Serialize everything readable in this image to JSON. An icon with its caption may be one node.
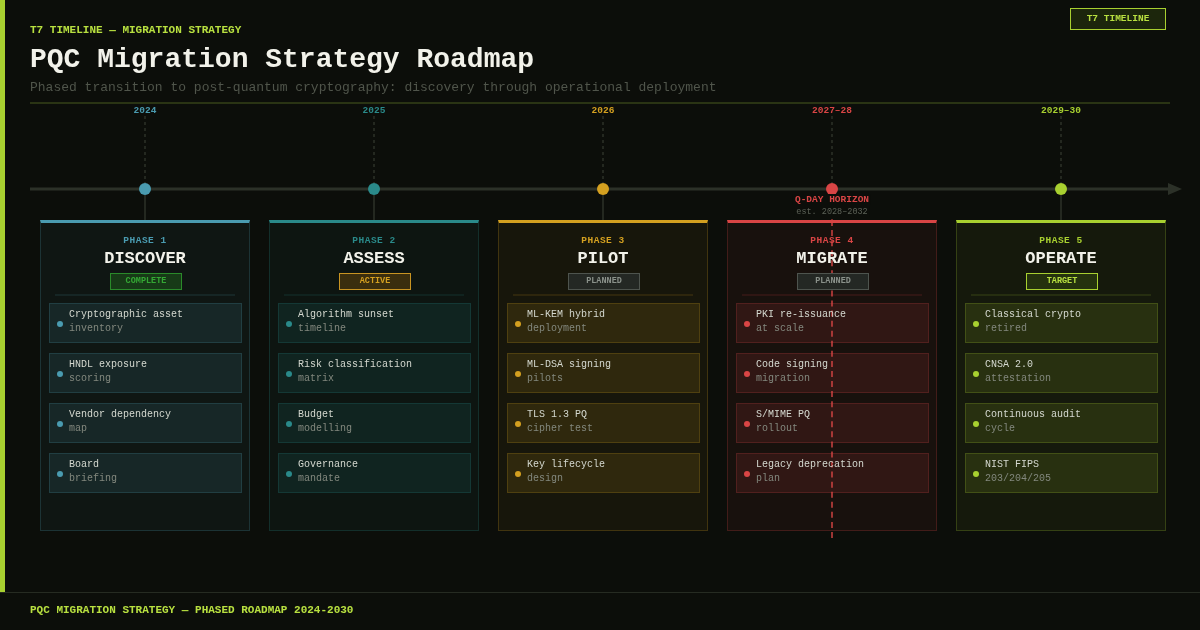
{
  "diagram": {
    "title": "PQC Migration Strategy Roadmap",
    "nodes": [
      {
        "text": [
          "T7 TIMELINE"
        ]
      },
      {
        "text": [
          "2024"
        ]
      },
      {
        "text": [
          "2025"
        ]
      },
      {
        "text": [
          "2026"
        ]
      },
      {
        "text": [
          "2027–28"
        ]
      },
      {
        "text": [
          "2029–30"
        ]
      },
      {
        "text": [],
        "shape": "circle"
      },
      {
        "text": [],
        "shape": "circle"
      },
      {
        "text": [],
        "shape": "circle"
      },
      {
        "text": [],
        "shape": "circle",
        "beside": [
          "Q-DAY HORIZON",
          "est. 2028–2032"
        ]
      },
      {
        "text": [],
        "shape": "circle"
      },
      {
        "text": [
          "PHASE 1",
          "DISCOVER"
        ]
      },
      {
        "text": [
          "COMPLETE"
        ],
        "in": 11
      },
      {
        "text": [
          "Cryptographic asset",
          "inventory"
        ],
        "in": 11
      },
      {
        "text": [
          "HNDL exposure",
          "scoring"
        ],
        "in": 11
      },
      {
        "text": [
          "Vendor dependency",
          "map"
        ],
        "in": 11
      },
      {
        "text": [
          "Board",
          "briefing"
        ],
        "in": 11
      },
      {
        "text": [
          "PHASE 2",
          "ASSESS"
        ]
      },
      {
        "text": [
          "ACTIVE"
        ],
        "in": 17
      },
      {
        "text": [
          "Algorithm sunset",
          "timeline"
        ],
        "in": 17
      },
      {
        "text": [
          "Risk classification",
          "matrix"
        ],
        "in": 17
      },
      {
        "text": [
          "Budget",
          "modelling"
        ],
        "in": 17
      },
      {
        "text": [
          "Governance",
          "mandate"
        ],
        "in": 17
      },
      {
        "text": [
          "PHASE 3",
          "PILOT"
        ]
      },
      {
        "text": [
          "PLANNED"
        ],
        "in": 23
      },
      {
        "text": [
          "ML-KEM hybrid",
          "deployment"
        ],
        "in": 23
      },
      {
        "text": [
          "ML-DSA signing",
          "pilots"
        ],
        "in": 23
      },
      {
        "text": [
          "TLS 1.3 PQ",
          "cipher test"
        ],
        "in": 23
      },
      {
        "text": [
          "Key lifecycle",
          "design"
        ],
        "in": 23
      },
      {
        "text": [
          "PHASE 4",
          "MIGRATE"
        ]
      },
      {
        "text": [
          "PLANNED"
        ],
        "in": 29
      },
      {
        "text": [
          "PKI re-issuance",
          "at scale"
        ],
        "in": 29
      },
      {
        "text": [
          "Code signing",
          "migration"
        ],
        "in": 29
      },
      {
        "text": [
          "S/MIME PQ",
          "rollout"
        ],
        "in": 29
      },
      {
        "text": [
          "Legacy deprecation",
          "plan"
        ],
        "in": 29
      },
      {
        "text": [
          "PHASE 5",
          "OPERATE"
        ]
      },
      {
        "text": [
          "TARGET"
        ],
        "in": 35
      },
      {
        "text": [
          "Classical crypto",
          "retired"
        ],
        "in": 35
      },
      {
        "text": [
          "CNSA 2.0",
          "attestation"
        ],
        "in": 35
      },
      {
        "text": [
          "Continuous audit",
          "cycle"
        ],
        "in": 35
      },
      {
        "text": [
          "NIST FIPS",
          "203/204/205"
        ],
        "in": 35
      }
    ],
    "edges": [
      {
        "from": 1,
        "to": 6,
        "arrow": "none",
        "style": "dashed"
      },
      {
        "from": 2,
        "to": 7,
        "arrow": "none",
        "style": "dashed"
      },
      {
        "from": 3,
        "to": 8,
        "arrow": "none",
        "style": "dashed"
      },
      {
        "from": 4,
        "to": 9,
        "arrow": "none",
        "style": "dashed"
      },
      {
        "from": 5,
        "to": 10,
        "arrow": "none",
        "style": "dashed"
      },
      {
        "from": 6,
        "to": 11,
        "arrow": "none"
      },
      {
        "from": 7,
        "to": 17,
        "arrow": "none"
      },
      {
        "from": 8,
        "to": 23,
        "arrow": "none"
      },
      {
        "from": 9,
        "to": 29,
        "arrow": "none",
        "style": "dashed",
        "color": "#d94545"
      },
      {
        "from": 10,
        "to": 35,
        "arrow": "none"
      }
    ],
    "labels": [
      "T7 TIMELINE — MIGRATION STRATEGY",
      "Phased transition to post-quantum cryptography: discovery through operational deployment",
      "PQC MIGRATION STRATEGY — PHASED ROADMAP 2024-2030"
    ]
  }
}
